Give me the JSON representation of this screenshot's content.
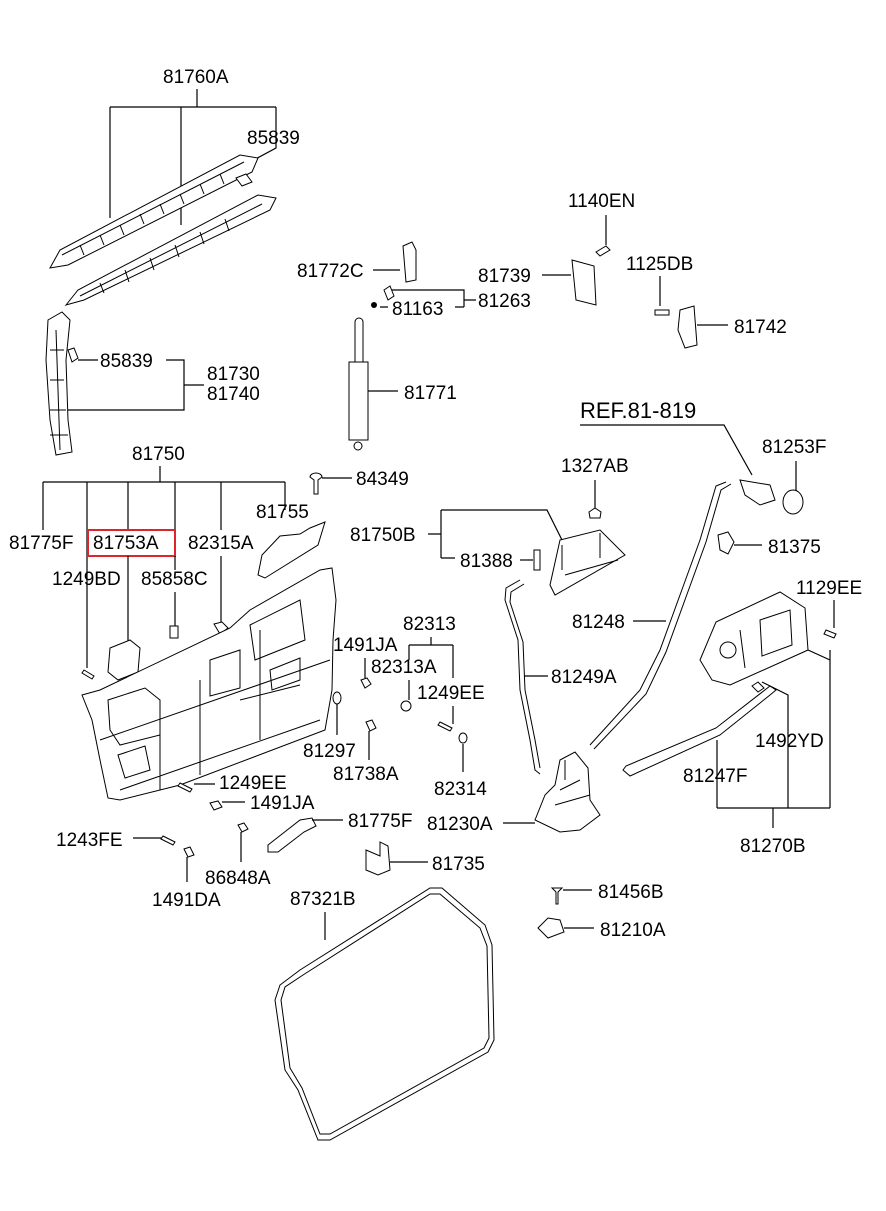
{
  "diagram": {
    "title": "Tail Gate Trim / Latch Parts Diagram",
    "highlight_color": "#e0242b",
    "highlighted_part": "81753A",
    "reference": "REF.81-819",
    "labels": {
      "p81760A": "81760A",
      "p85839_top": "85839",
      "p85839_side": "85839",
      "p81730": "81730",
      "p81740": "81740",
      "p81750": "81750",
      "p81775F_top": "81775F",
      "p81753A": "81753A",
      "p82315A": "82315A",
      "p81755": "81755",
      "p84349": "84349",
      "p1249BD": "1249BD",
      "p85858C": "85858C",
      "p81772C": "81772C",
      "p81163": "81163",
      "p81263": "81263",
      "p81739": "81739",
      "p1140EN": "1140EN",
      "p1125DB": "1125DB",
      "p81742": "81742",
      "p81771": "81771",
      "p81253F": "81253F",
      "p1327AB": "1327AB",
      "p81750B": "81750B",
      "p81388": "81388",
      "p81375": "81375",
      "p1129EE": "1129EE",
      "p81248": "81248",
      "p82313": "82313",
      "p1491JA_mid": "1491JA",
      "p82313A": "82313A",
      "p1249EE_mid": "1249EE",
      "p81249A": "81249A",
      "p81297": "81297",
      "p81738A": "81738A",
      "p82314": "82314",
      "p1492YD": "1492YD",
      "p81247F": "81247F",
      "p81270B": "81270B",
      "p1249EE_low": "1249EE",
      "p1491JA_low": "1491JA",
      "p81775F_low": "81775F",
      "p81230A": "81230A",
      "p1243FE": "1243FE",
      "p86848A": "86848A",
      "p1491DA": "1491DA",
      "p81735": "81735",
      "p87321B": "87321B",
      "p81456B": "81456B",
      "p81210A": "81210A"
    }
  }
}
